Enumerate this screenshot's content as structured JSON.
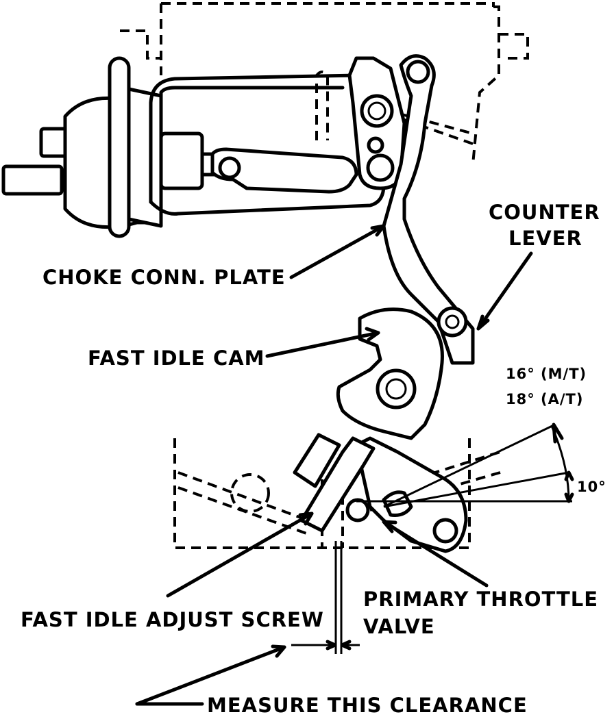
{
  "labels": {
    "counter_lever_line1": "COUNTER",
    "counter_lever_line2": "LEVER",
    "choke_conn_plate": "CHOKE CONN. PLATE",
    "fast_idle_cam": "FAST IDLE CAM",
    "angle_mt": "16° (M/T)",
    "angle_at": "18° (A/T)",
    "angle_ten": "10°",
    "primary_throttle_line1": "PRIMARY THROTTLE",
    "primary_throttle_line2": "VALVE",
    "fast_idle_adjust_screw": "FAST IDLE ADJUST SCREW",
    "measure_clearance": "MEASURE THIS CLEARANCE"
  },
  "colors": {
    "ink": "#000000",
    "paper": "#ffffff"
  }
}
